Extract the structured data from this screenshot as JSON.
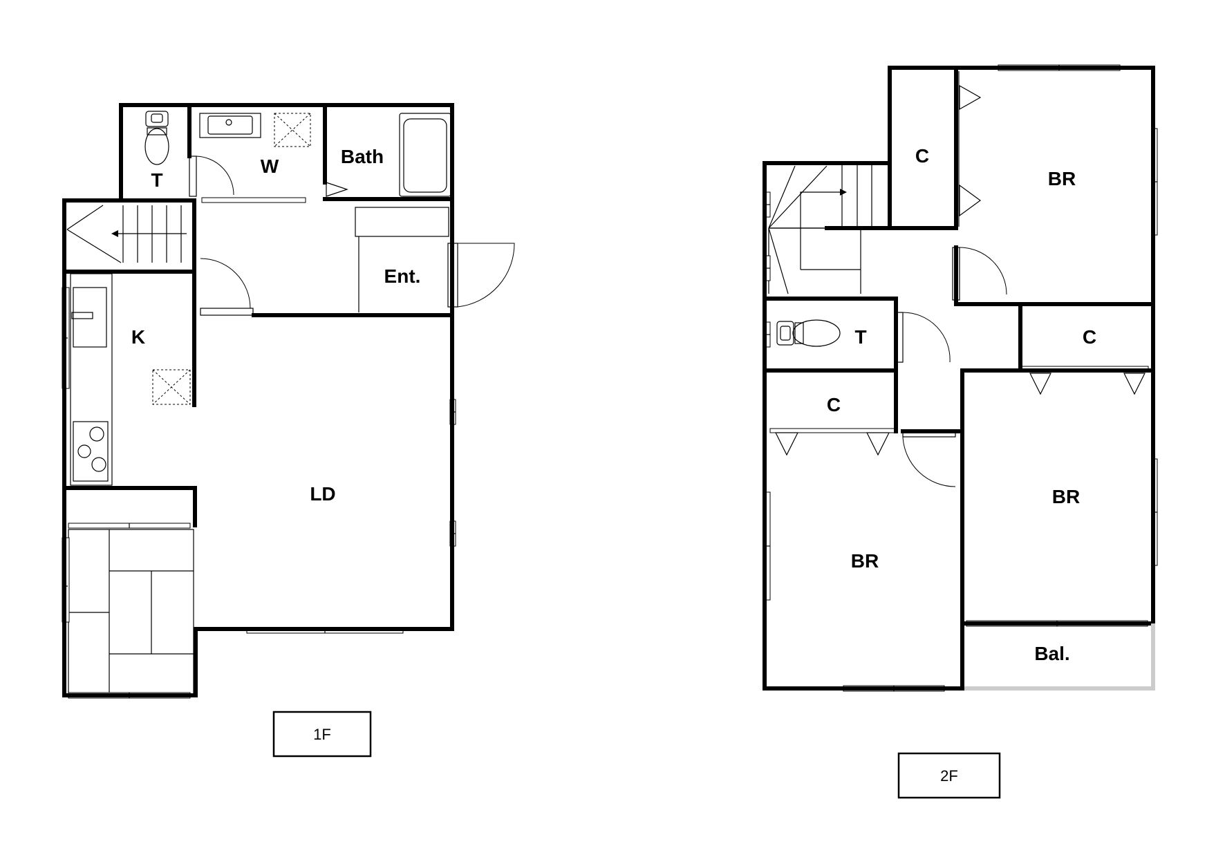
{
  "floors": [
    {
      "name": "1F",
      "rooms": {
        "toilet": "T",
        "washroom": "W",
        "bath": "Bath",
        "entrance": "Ent.",
        "kitchen": "K",
        "living_dining": "LD"
      }
    },
    {
      "name": "2F",
      "rooms": {
        "closet_top": "C",
        "bedroom_top": "BR",
        "toilet": "T",
        "closet_right": "C",
        "closet_left": "C",
        "bedroom_right": "BR",
        "bedroom_left": "BR",
        "balcony": "Bal."
      }
    }
  ]
}
